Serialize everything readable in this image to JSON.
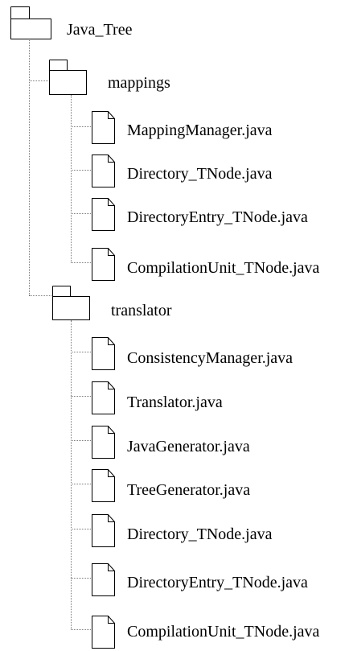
{
  "tree": {
    "root": {
      "label": "Java_Tree",
      "icon": "folder-icon",
      "children": [
        {
          "label": "mappings",
          "icon": "folder-icon",
          "children": [
            {
              "label": "MappingManager.java",
              "icon": "file-icon"
            },
            {
              "label": "Directory_TNode.java",
              "icon": "file-icon"
            },
            {
              "label": "DirectoryEntry_TNode.java",
              "icon": "file-icon"
            },
            {
              "label": "CompilationUnit_TNode.java",
              "icon": "file-icon"
            }
          ]
        },
        {
          "label": "translator",
          "icon": "folder-icon",
          "children": [
            {
              "label": "ConsistencyManager.java",
              "icon": "file-icon"
            },
            {
              "label": "Translator.java",
              "icon": "file-icon"
            },
            {
              "label": "JavaGenerator.java",
              "icon": "file-icon"
            },
            {
              "label": "TreeGenerator.java",
              "icon": "file-icon"
            },
            {
              "label": "Directory_TNode.java",
              "icon": "file-icon"
            },
            {
              "label": "DirectoryEntry_TNode.java",
              "icon": "file-icon"
            },
            {
              "label": "CompilationUnit_TNode.java",
              "icon": "file-icon"
            }
          ]
        }
      ]
    },
    "colors": {
      "connector": "#7a7a7a",
      "outline": "#000000",
      "text": "#000000"
    }
  }
}
